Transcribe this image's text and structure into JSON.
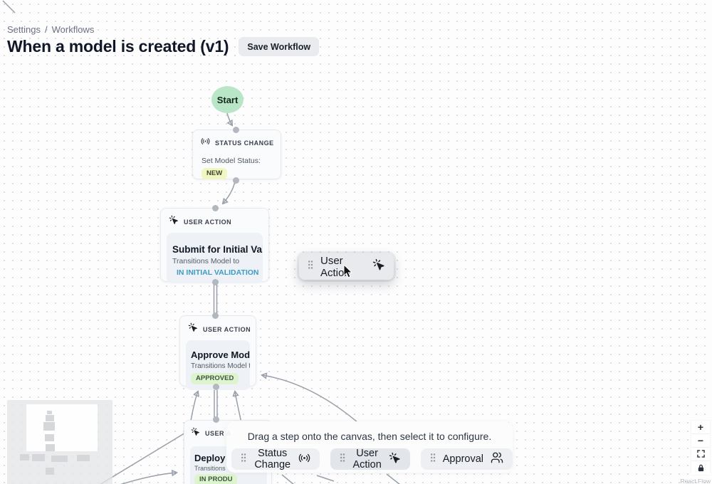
{
  "header": {
    "breadcrumb": {
      "settings": "Settings",
      "separator": "/",
      "workflows": "Workflows"
    },
    "title": "When a model is created (v1)",
    "save_button_label": "Save Workflow"
  },
  "nodes": {
    "start": {
      "label": "Start"
    },
    "status_change": {
      "type": "STATUS CHANGE",
      "body_label": "Set Model Status:",
      "badge": "NEW"
    },
    "submit": {
      "type": "USER ACTION",
      "title": "Submit for Initial Validation",
      "subtitle": "Transitions Model to",
      "target_status": "IN INITIAL VALIDATION"
    },
    "approve": {
      "type": "USER ACTION",
      "title": "Approve Model",
      "subtitle": "Transitions Model to",
      "badge": "APPROVED"
    },
    "deploy": {
      "type": "USER A",
      "title": "Deploy",
      "subtitle": "Transitions",
      "badge": "IN PRODU"
    }
  },
  "drag_preview": {
    "label": "User Action"
  },
  "toolbar": {
    "hint": "Drag a step onto the canvas, then select it to configure.",
    "chips": [
      {
        "label": "Status Change",
        "icon": "broadcast-icon"
      },
      {
        "label": "User Action",
        "icon": "cursor-click-icon"
      },
      {
        "label": "Approval",
        "icon": "users-icon"
      }
    ]
  },
  "controls": {
    "zoom_in": "+",
    "zoom_out": "−"
  },
  "attribution": "React Flow",
  "colors": {
    "start_green": "#b9e6c6",
    "badge_yellow": "#f2f6c0",
    "badge_green": "#dcf5cf",
    "status_blue": "#3d9bc4",
    "edge_gray": "#99a0a9"
  }
}
